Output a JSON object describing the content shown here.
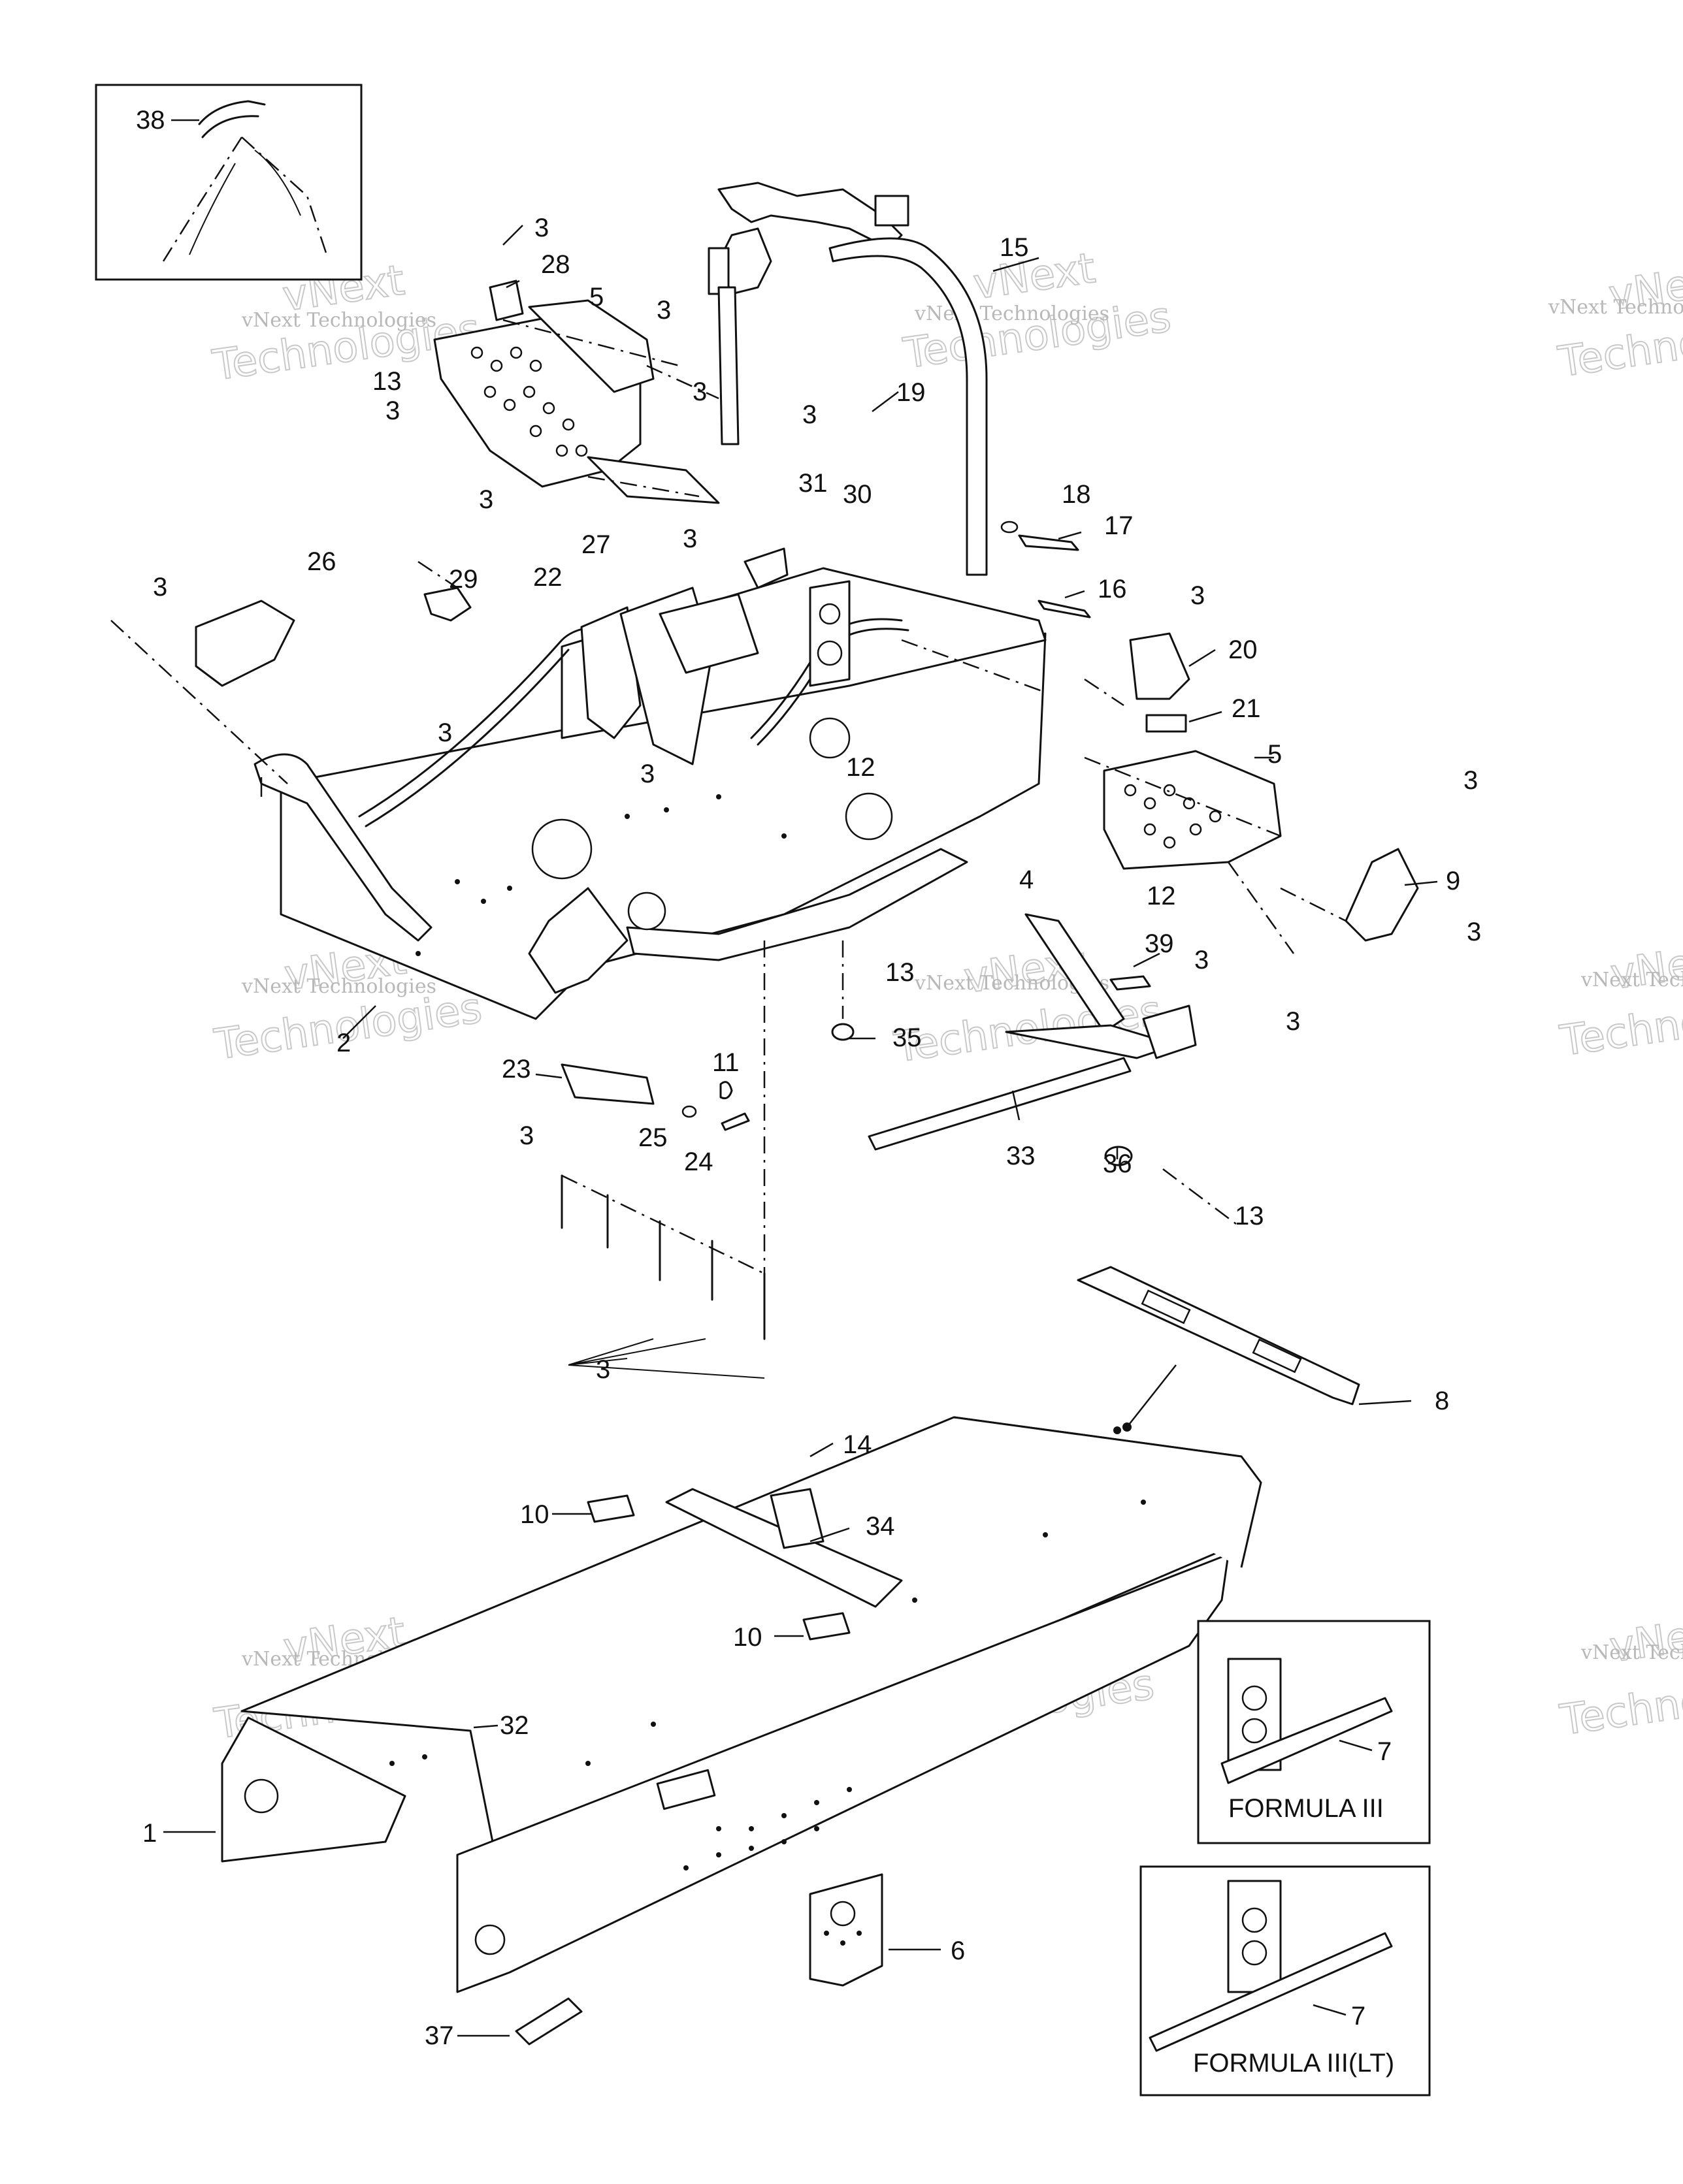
{
  "callouts": {
    "c38": "38",
    "c3a": "3",
    "c28": "28",
    "c5a": "5",
    "c3b": "3",
    "c13a": "13",
    "c3c": "3",
    "c3d": "3",
    "c15": "15",
    "c19": "19",
    "c3e": "3",
    "c31": "31",
    "c30": "30",
    "c18": "18",
    "c17": "17",
    "c16": "16",
    "c3f": "3",
    "c26": "26",
    "c3g": "3",
    "c27": "27",
    "c22": "22",
    "c29": "29",
    "c3h": "3",
    "c3i": "3",
    "c20": "20",
    "c21": "21",
    "c3j": "3",
    "c3k": "3",
    "c12a": "12",
    "c5b": "5",
    "c3l": "3",
    "c9": "9",
    "c4": "4",
    "c12b": "12",
    "c39": "39",
    "c3m": "3",
    "c13b": "13",
    "c3n": "3",
    "c3o": "3",
    "c35": "35",
    "c2": "2",
    "c23": "23",
    "c11": "11",
    "c3p": "3",
    "c25": "25",
    "c24": "24",
    "c33": "33",
    "c36": "36",
    "c13c": "13",
    "c3q": "3",
    "c8": "8",
    "c14": "14",
    "c10a": "10",
    "c34": "34",
    "c10b": "10",
    "c32": "32",
    "c1": "1",
    "c7a": "7",
    "c7b": "7",
    "c6": "6",
    "c37": "37"
  },
  "insets": {
    "formula3": "FORMULA  III",
    "formula3lt": "FORMULA III(LT)"
  },
  "watermark": {
    "line1": "vNext Technologies",
    "line2": "vNext",
    "line3": "Technologies"
  }
}
